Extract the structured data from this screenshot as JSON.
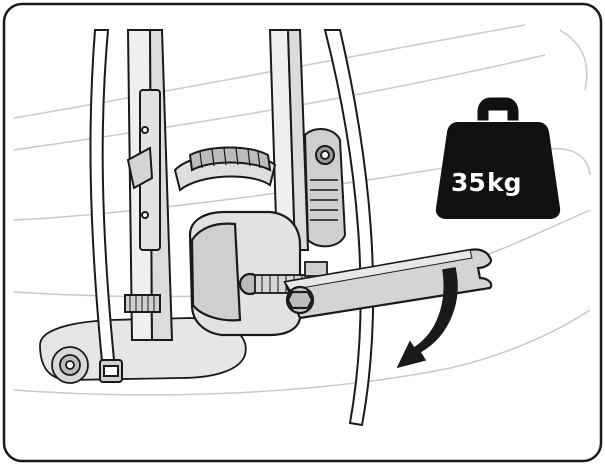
{
  "weight": {
    "label": "35 kg",
    "number": "35",
    "unit": "kg"
  },
  "colors": {
    "line": "#1a1a1a",
    "weight_fill": "#111111",
    "weight_text": "#ffffff",
    "metal_light": "#dcdcdc",
    "metal_mid": "#c4c4c4",
    "metal_dark": "#9a9a9a",
    "background": "#ffffff",
    "car_lines": "#cfcfcf"
  },
  "icons": {
    "weight": "weight-icon",
    "direction": "curved-arrow-icon",
    "tool": "wrench-icon"
  }
}
